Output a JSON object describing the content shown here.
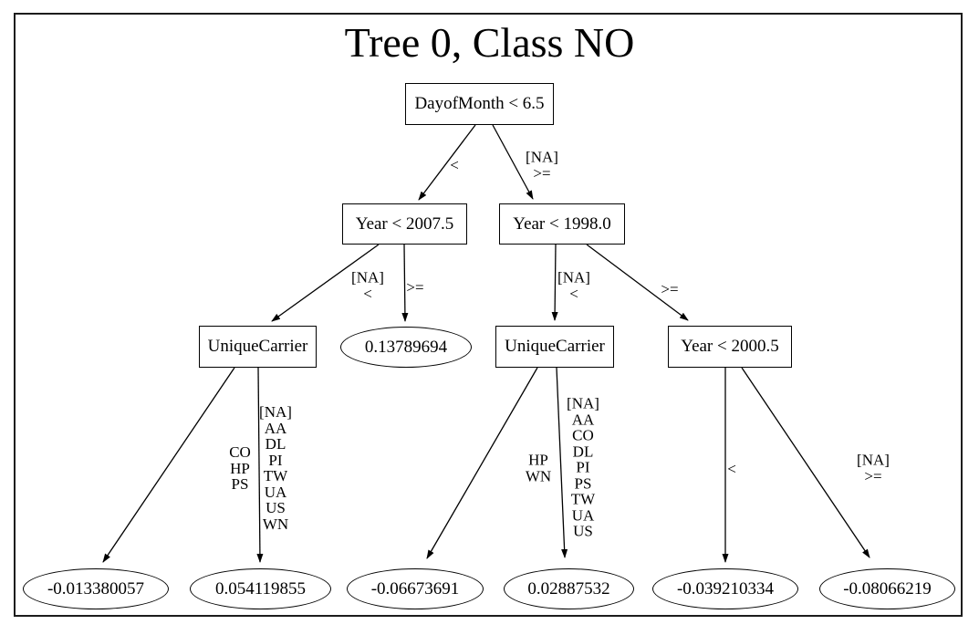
{
  "title": "Tree 0, Class NO",
  "colors": {
    "background": "#ffffff",
    "frame_border": "#1c1c1c",
    "node_stroke": "#000000",
    "edge_stroke": "#000000",
    "text": "#000000"
  },
  "tree": {
    "nodes": [
      {
        "id": "n0",
        "label": "DayofMonth < 6.5",
        "shape": "rect"
      },
      {
        "id": "n1",
        "label": "Year < 2007.5",
        "shape": "rect"
      },
      {
        "id": "n2",
        "label": "Year < 1998.0",
        "shape": "rect"
      },
      {
        "id": "n3",
        "label": "UniqueCarrier",
        "shape": "rect"
      },
      {
        "id": "n4",
        "label": "0.13789694",
        "shape": "ellipse"
      },
      {
        "id": "n5",
        "label": "UniqueCarrier",
        "shape": "rect"
      },
      {
        "id": "n6",
        "label": "Year < 2000.5",
        "shape": "rect"
      },
      {
        "id": "n7",
        "label": "-0.013380057",
        "shape": "ellipse"
      },
      {
        "id": "n8",
        "label": "0.054119855",
        "shape": "ellipse"
      },
      {
        "id": "n9",
        "label": "-0.06673691",
        "shape": "ellipse"
      },
      {
        "id": "n10",
        "label": "0.02887532",
        "shape": "ellipse"
      },
      {
        "id": "n11",
        "label": "-0.039210334",
        "shape": "ellipse"
      },
      {
        "id": "n12",
        "label": "-0.08066219",
        "shape": "ellipse"
      }
    ],
    "edges": [
      {
        "from": "n0",
        "to": "n1",
        "label": "<"
      },
      {
        "from": "n0",
        "to": "n2",
        "label": "[NA]\n>="
      },
      {
        "from": "n1",
        "to": "n3",
        "label": "[NA]\n<"
      },
      {
        "from": "n1",
        "to": "n4",
        "label": ">="
      },
      {
        "from": "n2",
        "to": "n5",
        "label": "[NA]\n<"
      },
      {
        "from": "n2",
        "to": "n6",
        "label": ">="
      },
      {
        "from": "n3",
        "to": "n7",
        "label": "CO\nHP\nPS"
      },
      {
        "from": "n3",
        "to": "n8",
        "label": "[NA]\nAA\nDL\nPI\nTW\nUA\nUS\nWN"
      },
      {
        "from": "n5",
        "to": "n9",
        "label": "HP\nWN"
      },
      {
        "from": "n5",
        "to": "n10",
        "label": "[NA]\nAA\nCO\nDL\nPI\nPS\nTW\nUA\nUS"
      },
      {
        "from": "n6",
        "to": "n11",
        "label": "<"
      },
      {
        "from": "n6",
        "to": "n12",
        "label": "[NA]\n>="
      }
    ]
  }
}
